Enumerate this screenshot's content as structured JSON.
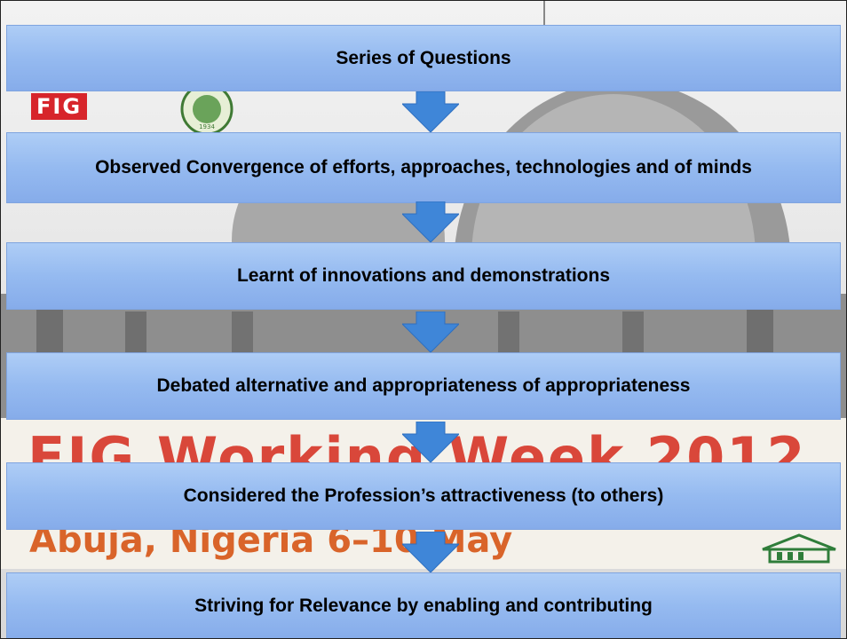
{
  "background": {
    "logo_text": "FIG",
    "banner_title": "FIG Working Week 2012",
    "banner_subtitle": "Abuja, Nigeria 6–10 May",
    "seal_year": "1934"
  },
  "colors": {
    "box_top": "#aecdf6",
    "box_bottom": "#86acea",
    "arrow": "#3f86d8",
    "banner_text": "#d9473a"
  },
  "steps": [
    {
      "label": "Series of Questions"
    },
    {
      "label": "Observed Convergence of efforts, approaches, technologies and of minds"
    },
    {
      "label": "Learnt of innovations and demonstrations"
    },
    {
      "label": "Debated alternative and appropriateness  of appropriateness"
    },
    {
      "label": "Considered the Profession’s attractiveness (to others)"
    },
    {
      "label": "Striving for Relevance by enabling and contributing"
    }
  ]
}
